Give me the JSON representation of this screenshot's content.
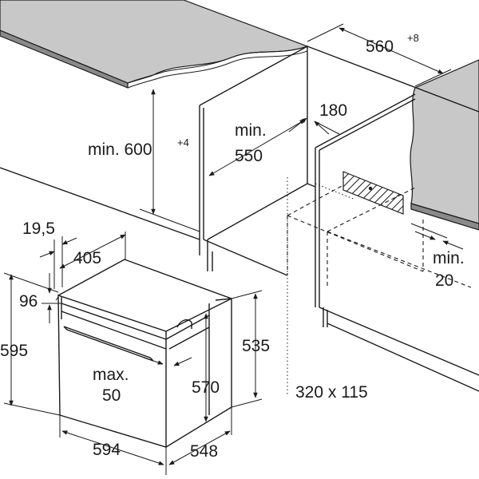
{
  "colors": {
    "line": "#1a1a1a",
    "counter_top": "#c8c8c8",
    "counter_edge": "#8a8a8a",
    "hatch": "#1a1a1a"
  },
  "labels": {
    "niche_width": "560",
    "niche_width_tol": "+8",
    "niche_height": "min. 600",
    "niche_height_tol": "+4",
    "min550_line1": "min.",
    "min550_line2": "550",
    "depth_180": "180",
    "min20_line1": "min.",
    "min20_line2": "20",
    "vent_size": "320 x 115",
    "dim_19_5": "19,5",
    "dim_405": "405",
    "dim_96": "96",
    "dim_595": "595",
    "max50_line1": "max.",
    "max50_line2": "50",
    "dim_570": "570",
    "dim_535": "535",
    "dim_594": "594",
    "dim_548": "548"
  }
}
